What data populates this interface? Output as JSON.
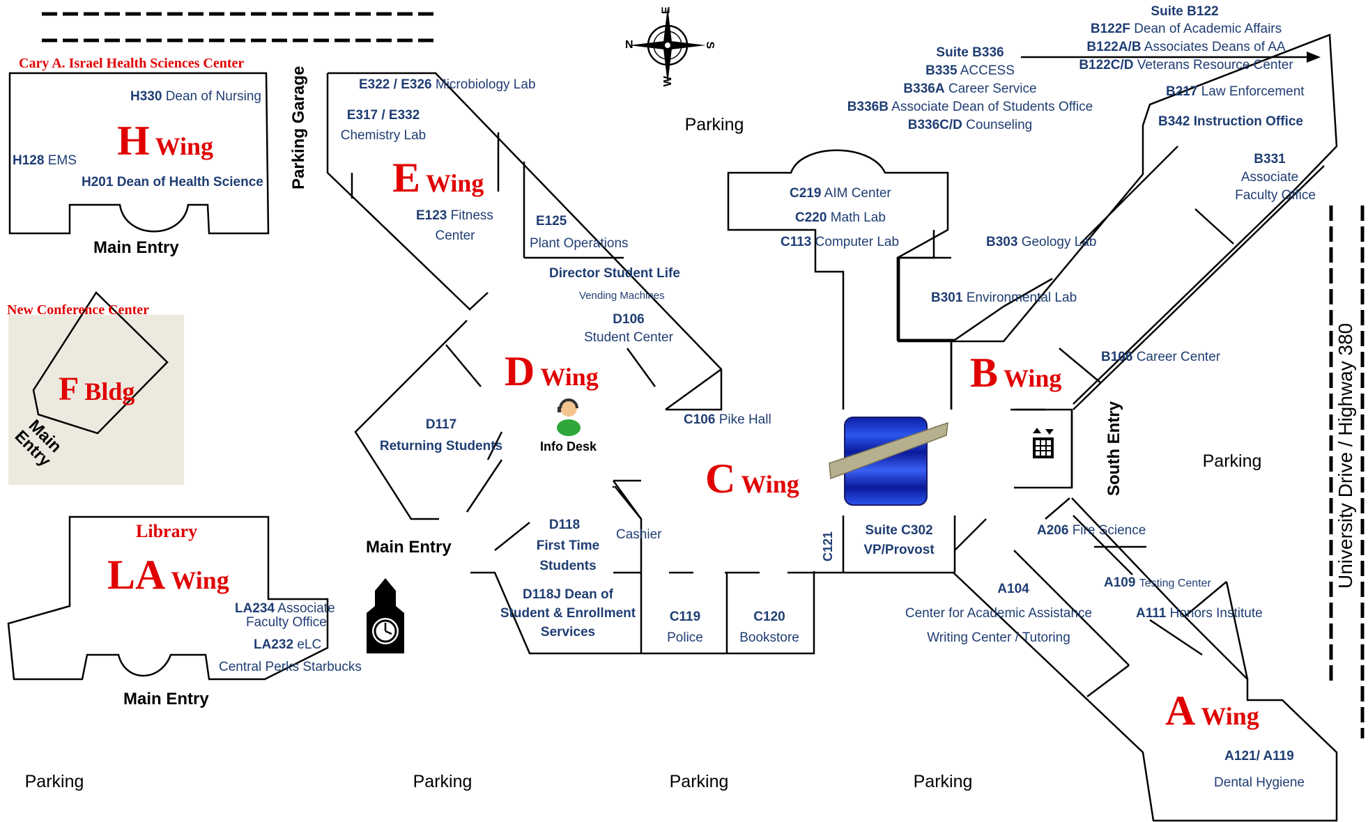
{
  "colors": {
    "wing_red": "#e00000",
    "room_blue": "#1f3d73",
    "elevator_blue": "#1030c0",
    "conference_bg": "#ece9df"
  },
  "parking": {
    "top": "Parking",
    "east": "Parking",
    "bottom": [
      "Parking",
      "Parking",
      "Parking",
      "Parking"
    ]
  },
  "garage": "Parking Garage",
  "road": "University Drive / Highway 380",
  "compass": {
    "n": "N",
    "e": "E",
    "s": "S",
    "w": "W",
    "icon": "compass-rose-icon"
  },
  "h_wing": {
    "title": "Cary A. Israel Health Sciences Center",
    "letter": "H",
    "word": "Wing",
    "rooms": [
      {
        "num": "H330",
        "name": "Dean of Nursing"
      },
      {
        "num": "H128",
        "name": "EMS"
      },
      {
        "num": "H201",
        "name": "Dean of Health Science"
      }
    ],
    "entry": "Main Entry"
  },
  "f_bldg": {
    "title": "New Conference Center",
    "letter": "F",
    "word": "Bldg",
    "entry_line1": "Main",
    "entry_line2": "Entry"
  },
  "la_wing": {
    "title": "Library",
    "letter": "LA",
    "word": "Wing",
    "rooms": [
      {
        "num": "LA234",
        "name": "Associate",
        "name2": "Faculty Office"
      },
      {
        "num": "LA232",
        "name": "eLC"
      }
    ],
    "starbucks": "Central Perks Starbucks",
    "entry": "Main Entry",
    "clock_icon": "clock-tower-icon"
  },
  "e_wing": {
    "letter": "E",
    "word": "Wing",
    "rooms": [
      {
        "num": "E322 / E326",
        "name": "Microbiology Lab"
      },
      {
        "num": "E317 / E332",
        "name": "Chemistry Lab"
      },
      {
        "num": "E123",
        "name": "Fitness",
        "name2": "Center"
      },
      {
        "num": "E125",
        "name": "Plant Operations"
      }
    ]
  },
  "d_wing": {
    "letter": "D",
    "word": "Wing",
    "director": "Director Student Life",
    "vending": "Vending Machines",
    "d106_num": "D106",
    "d106_name": "Student Center",
    "d117_num": "D117",
    "d117_name": "Returning Students",
    "info": "Info Desk",
    "info_icon": "info-desk-person-icon",
    "d118_num": "D118",
    "d118_l1": "First Time",
    "d118_l2": "Students",
    "d118j_l1": "D118J  Dean of",
    "d118j_l2": "Student & Enrollment",
    "d118j_l3": "Services",
    "cashier": "Cashier",
    "entry": "Main Entry"
  },
  "c_wing": {
    "letter": "C",
    "word": "Wing",
    "rooms": [
      {
        "num": "C219",
        "name": "AIM Center"
      },
      {
        "num": "C220",
        "name": "Math Lab"
      },
      {
        "num": "C113",
        "name": "Computer Lab"
      }
    ],
    "c106_num": "C106",
    "c106_name": "Pike Hall",
    "c119_num": "C119",
    "c119_name": "Police",
    "c120_num": "C120",
    "c120_name": "Bookstore",
    "c121": "C121",
    "suite_l1": "Suite C302",
    "suite_l2": "VP/Provost",
    "skylight_icon": "skylight-icon"
  },
  "b_wing": {
    "letter": "B",
    "word": "Wing",
    "suite_b122": "Suite B122",
    "b122_rooms": [
      {
        "num": "B122F",
        "name": "Dean of Academic Affairs"
      },
      {
        "num": "B122A/B",
        "name": "Associates Deans of AA"
      },
      {
        "num": "B122C/D",
        "name": "Veterans Resource Center"
      }
    ],
    "suite_b336": "Suite B336",
    "b336_rooms": [
      {
        "num": "B335",
        "name": "ACCESS"
      },
      {
        "num": "B336A",
        "name": "Career Service"
      },
      {
        "num": "B336B",
        "name": "Associate Dean of Students Office"
      },
      {
        "num": "B336C/D",
        "name": "Counseling"
      }
    ],
    "b217_num": "B217",
    "b217_name": "Law Enforcement",
    "b342": "B342 Instruction Office",
    "b331_num": "B331",
    "b331_l1": "Associate",
    "b331_l2": "Faculty Office",
    "b303_num": "B303",
    "b303_name": "Geology Lab",
    "b301_num": "B301",
    "b301_name": "Environmental Lab",
    "b106_num": "B106",
    "b106_name": "Career Center",
    "elevator_icon": "elevator-icon"
  },
  "south_entry": "South Entry",
  "a_wing": {
    "letter": "A",
    "word": "Wing",
    "a206_num": "A206",
    "a206_name": "Fire Science",
    "a109_num": "A109",
    "a109_name": "Testing Center",
    "a104_num": "A104",
    "a104_l1": "Center for Academic Assistance",
    "a104_l2": "Writing Center / Tutoring",
    "a111_num": "A111",
    "a111_name": "Honors Institute",
    "a121_num": "A121/ A119",
    "a121_name": "Dental Hygiene"
  }
}
